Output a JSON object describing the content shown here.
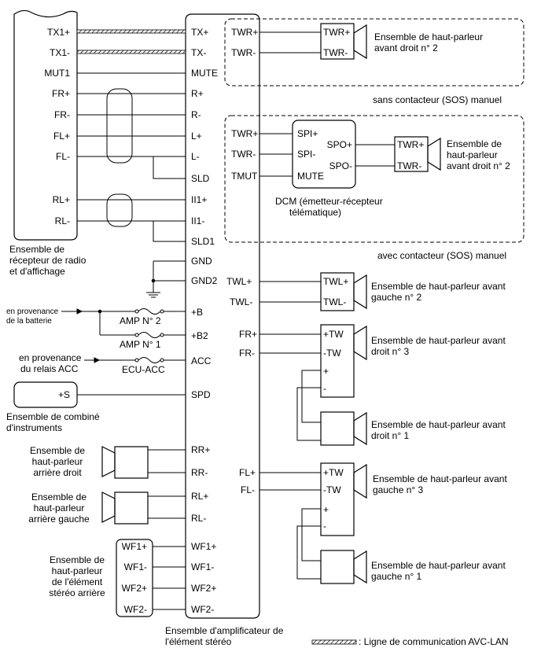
{
  "radio": {
    "pins": [
      "TX1+",
      "TX1-",
      "MUT1",
      "FR+",
      "FR-",
      "FL+",
      "FL-",
      "RL+",
      "RL-"
    ],
    "name_lines": [
      "Ensemble de",
      "récepteur de radio",
      "et d'affichage"
    ]
  },
  "amp": {
    "pins": [
      "TX+",
      "TX-",
      "MUTE",
      "R+",
      "R-",
      "L+",
      "L-",
      "SLD",
      "II1+",
      "II1-",
      "SLD1",
      "GND",
      "GND2",
      "+B",
      "+B2",
      "ACC",
      "SPD",
      "RR+",
      "RR-",
      "RL+",
      "RL-",
      "WF1+",
      "WF1-",
      "WF2+",
      "WF2-"
    ],
    "name_lines": [
      "Ensemble d'amplificateur de",
      "l'élément stéréo"
    ]
  },
  "manual_box": {
    "wire_labels": [
      "TWR+",
      "TWR-"
    ],
    "spk_pins": [
      "TWR+",
      "TWR-"
    ],
    "speaker_lines": [
      "Ensemble de haut-parleur",
      "avant droit n° 2"
    ],
    "caption": "sans contacteur (SOS) manuel"
  },
  "sos_box": {
    "wire_labels": [
      "TWR+",
      "TWR-",
      "TMUT"
    ],
    "dcm_pins": [
      "SPI+",
      "SPI-",
      "MUTE",
      "SPO+",
      "SPO-"
    ],
    "dcm_lines": [
      "DCM (émetteur-récepteur",
      "télématique)"
    ],
    "spk_pins": [
      "TWR+",
      "TWR-"
    ],
    "speaker_lines": [
      "Ensemble de",
      "haut-parleur",
      "avant droit n° 2"
    ],
    "caption": "avec contacteur (SOS) manuel"
  },
  "front_left_2": {
    "wire_labels": [
      "TWL+",
      "TWL-"
    ],
    "spk_pins": [
      "TWL+",
      "TWL-"
    ],
    "lines": [
      "Ensemble de haut-parleur avant",
      "gauche n° 2"
    ]
  },
  "front_right_3": {
    "wire_labels": [
      "FR+",
      "FR-"
    ],
    "pins": [
      "+TW",
      "-TW",
      "+",
      "-"
    ],
    "lines": [
      "Ensemble de haut-parleur avant",
      "droit n° 3"
    ]
  },
  "front_right_1": {
    "lines": [
      "Ensemble de haut-parleur avant",
      "droit n° 1"
    ]
  },
  "front_left_3": {
    "wire_labels": [
      "FL+",
      "FL-"
    ],
    "pins": [
      "+TW",
      "-TW",
      "+",
      "-"
    ],
    "lines": [
      "Ensemble de haut-parleur avant",
      "gauche n° 3"
    ]
  },
  "front_left_1": {
    "lines": [
      "Ensemble de haut-parleur avant",
      "gauche n° 1"
    ]
  },
  "power": {
    "battery_lines": [
      "en provenance",
      "de la batterie"
    ],
    "acc_lines": [
      "en provenance",
      "du relais ACC"
    ],
    "fuse_labels": [
      "AMP N° 2",
      "AMP N° 1",
      "ECU-ACC"
    ]
  },
  "meter": {
    "pin": "+S",
    "name_lines": [
      "Ensemble de combiné",
      "d'instruments"
    ]
  },
  "rear_right": {
    "lines": [
      "Ensemble de",
      "haut-parleur",
      "arrière droit"
    ]
  },
  "rear_left": {
    "lines": [
      "Ensemble de",
      "haut-parleur",
      "arrière gauche"
    ]
  },
  "woofer": {
    "pins": [
      "WF1+",
      "WF1-",
      "WF2+",
      "WF2-"
    ],
    "lines": [
      "Ensemble de",
      "haut-parleur",
      "de l'élément",
      "stéréo arrière"
    ]
  },
  "legend": ": Ligne de communication AVC-LAN"
}
